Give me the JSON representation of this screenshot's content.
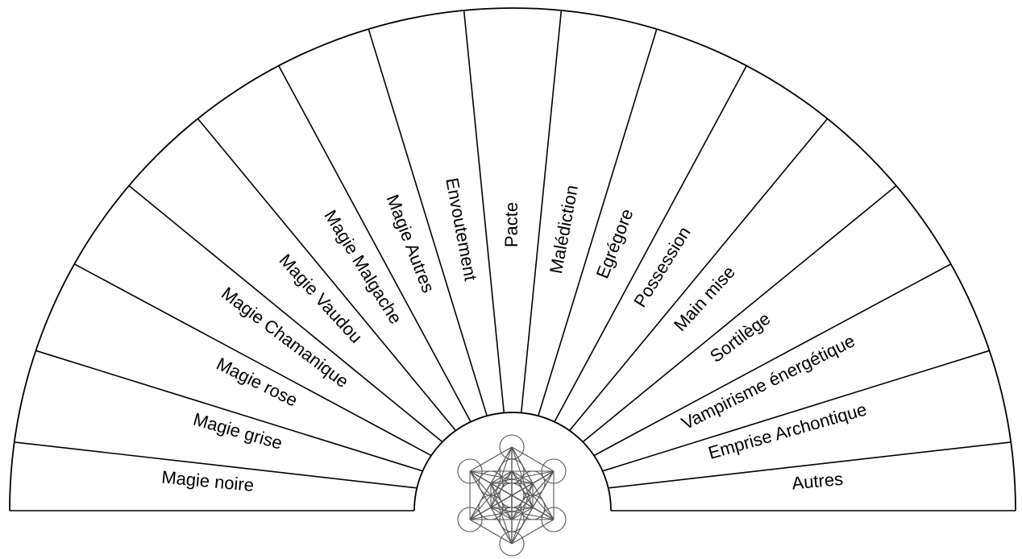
{
  "segments": [
    {
      "label": "Magie noire"
    },
    {
      "label": "Magie grise"
    },
    {
      "label": "Magie rose"
    },
    {
      "label": "Magie Chamanique"
    },
    {
      "label": "Magie Vaudou"
    },
    {
      "label": "Magie Malgache"
    },
    {
      "label": "Magie Autres"
    },
    {
      "label": "Envoutement"
    },
    {
      "label": "Pacte"
    },
    {
      "label": "Malédiction"
    },
    {
      "label": "Egrégore"
    },
    {
      "label": "Possession"
    },
    {
      "label": "Main mise"
    },
    {
      "label": "Sortilège"
    },
    {
      "label": "Vampirisme énergétique"
    },
    {
      "label": "Emprise Archontique"
    },
    {
      "label": "Autres"
    }
  ],
  "center_symbol": {
    "icon": "metatron-cube-icon"
  },
  "colors": {
    "line": "#000000",
    "background": "#ffffff",
    "symbol": "#555555"
  }
}
